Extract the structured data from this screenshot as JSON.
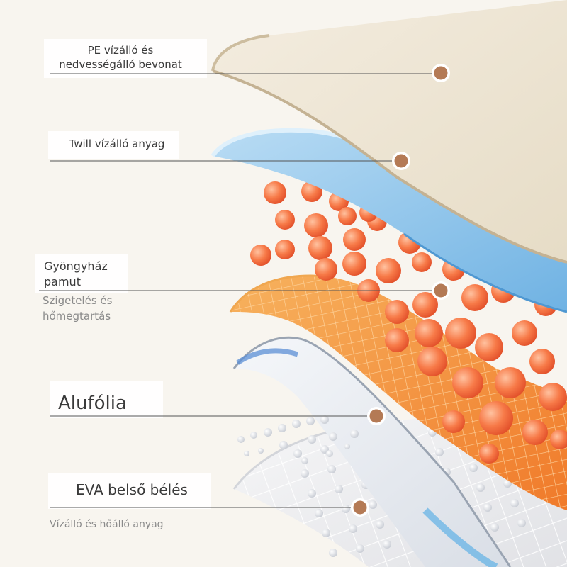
{
  "layers": [
    {
      "id": "pe",
      "title_lines": [
        "PE vízálló és",
        "nedvességálló bevonat"
      ],
      "subtitle_lines": []
    },
    {
      "id": "twill",
      "title_lines": [
        "Twill vízálló anyag"
      ],
      "subtitle_lines": []
    },
    {
      "id": "pearl",
      "title_lines": [
        "Gyöngyház",
        "pamut"
      ],
      "subtitle_lines": [
        "Szigetelés és",
        "hőmegtartás"
      ]
    },
    {
      "id": "foil",
      "title_lines": [
        "Alufólia"
      ],
      "subtitle_lines": []
    },
    {
      "id": "eva",
      "title_lines": [
        "EVA belső bélés"
      ],
      "subtitle_lines": [
        "Vízálló és hőálló anyag"
      ]
    }
  ],
  "colors": {
    "background": "#f8f5ef",
    "pe_layer": "#ece3d1",
    "pe_edge": "#c9b99a",
    "twill_layer": "#8fc4ea",
    "twill_edge": "#5fa6dc",
    "pearl_layer": "#f39a3c",
    "pearl_grid": "#ffd7a8",
    "foil_layer": "#e6e9ee",
    "eva_layer": "#eeeeef",
    "heat_bead": "#f26a3a",
    "marker": "#b47a55",
    "leader_line": "#555555"
  }
}
